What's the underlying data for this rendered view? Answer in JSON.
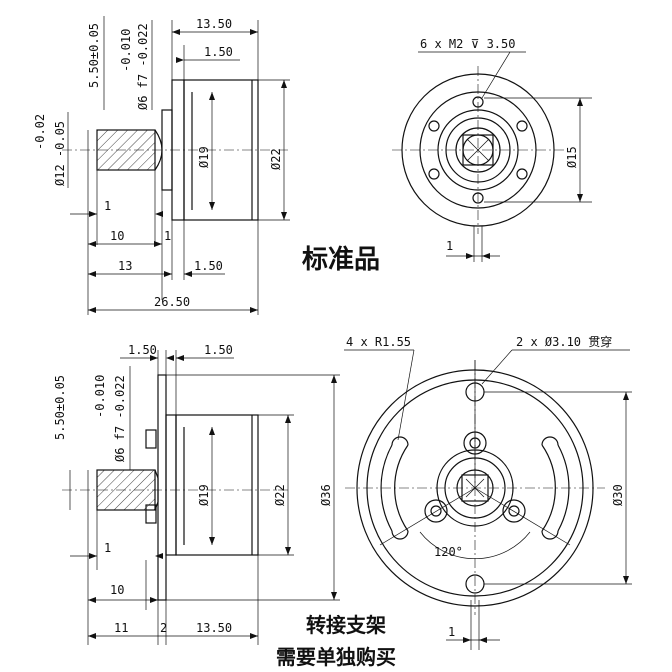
{
  "top_view": {
    "dims": {
      "w13_50": "13.50",
      "w1_50a": "1.50",
      "tol_5_50": "5.50±0.05",
      "tol_010": "-0.010",
      "tol_6f7": "Ø6 f7 -0.022",
      "d19": "Ø19",
      "d22": "Ø22",
      "tol_002": "-0.02",
      "tol_12": "Ø12 -0.05",
      "w1a": "1",
      "w10": "10",
      "w1b": "1",
      "w13": "13",
      "w1_50b": "1.50",
      "w26_50": "26.50"
    },
    "front": {
      "note": "6 x M2 ⊽ 3.50",
      "d15": "Ø15",
      "w1": "1"
    },
    "title": "标准品"
  },
  "bottom_view": {
    "dims": {
      "w1_50a": "1.50",
      "w1_50b": "1.50",
      "tol_5_50": "5.50±0.05",
      "tol_010": "-0.010",
      "tol_6f7": "Ø6 f7 -0.022",
      "d19": "Ø19",
      "d22": "Ø22",
      "d36": "Ø36",
      "w1": "1",
      "w10": "10",
      "w11": "11",
      "w2": "2",
      "w13_50": "13.50"
    },
    "front": {
      "note_r": "4 x R1.55",
      "note_hole": "2 x Ø3.10 贯穿",
      "d30": "Ø30",
      "angle": "120°",
      "w1": "1"
    },
    "title1": "转接支架",
    "title2": "需要单独购买"
  }
}
